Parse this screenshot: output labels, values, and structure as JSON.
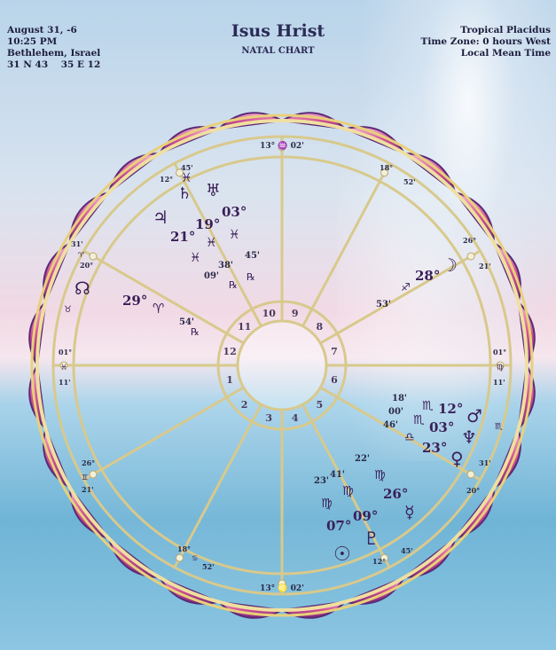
{
  "header": {
    "date": "August 31, -6",
    "time": "10:25 PM",
    "place": "Bethlehem, Israel",
    "coords": "31 N 43    35 E 12",
    "title": "Isus Hrist",
    "subtitle": "NATAL CHART",
    "system": "Tropical Placidus",
    "timezone": "Time Zone: 0 hours West",
    "mean_time": "Local Mean Time"
  },
  "houses": [
    "1",
    "2",
    "3",
    "4",
    "5",
    "6",
    "7",
    "8",
    "9",
    "10",
    "11",
    "12"
  ],
  "cusps": {
    "top": "13° ♒ 02'",
    "bottom": "13° ♌ 02'",
    "left_deg": "01°",
    "left_min": "11'",
    "right_deg": "01°",
    "right_min": "11'",
    "nw_deg": "12°",
    "nw_min": "45'",
    "ne_deg": "18°",
    "ne_min": "52'",
    "wnw_deg": "31'",
    "wnw_sign": "♈",
    "wnw_deg2": "20°",
    "ene_deg": "26°",
    "ene_min": "21'",
    "wsw_deg": "26°",
    "wsw_min": "21'",
    "esw_deg": "31'",
    "esw_deg2": "20°",
    "sw_deg": "18°",
    "sw_min": "52'",
    "se_deg": "12°",
    "se_min": "45'"
  },
  "planets": {
    "uranus": {
      "glyph": "♅",
      "deg": "03°"
    },
    "saturn": {
      "glyph": "♄",
      "deg": "19°"
    },
    "jupiter": {
      "glyph": "♃",
      "deg": "21°"
    },
    "pisces_a": {
      "glyph": "♓"
    },
    "pisces_b": {
      "glyph": "♓"
    },
    "pisces_c": {
      "glyph": "♓"
    },
    "jupiter_min": "45'",
    "saturn_min": "38'",
    "uranus_min": "09'",
    "retro_a": "℞",
    "retro_b": "℞",
    "node": {
      "glyph": "☊",
      "deg": "29°",
      "sign": "♈",
      "min": "54'",
      "retro": "℞"
    },
    "moon": {
      "glyph": "☽",
      "deg": "28°",
      "sign": "♐",
      "min": "53'"
    },
    "mars": {
      "glyph": "♂",
      "deg": "12°",
      "sign": "♏",
      "min": "18'"
    },
    "neptune": {
      "glyph": "♆",
      "deg": "03°",
      "sign": "♏",
      "min": "00'"
    },
    "venus": {
      "glyph": "♀",
      "deg": "23°",
      "sign": "♎",
      "min": "46'"
    },
    "mercury": {
      "glyph": "☿",
      "deg": "26°",
      "sign": "♍",
      "min": "22'"
    },
    "pluto": {
      "glyph": "♇",
      "deg": "09°",
      "sign": "♍",
      "min": "41'"
    },
    "sun": {
      "glyph": "☉",
      "deg": "07°",
      "sign": "♍",
      "min": "23'"
    },
    "capricorn_left": "♉",
    "scorpio_right": "♏"
  },
  "colors": {
    "rim_outer": "#5b2a78",
    "rim_pink": "#e27cae",
    "rim_gold": "#e8d07a",
    "ring_line": "#d8c98c",
    "ink": "#3a1f58"
  }
}
